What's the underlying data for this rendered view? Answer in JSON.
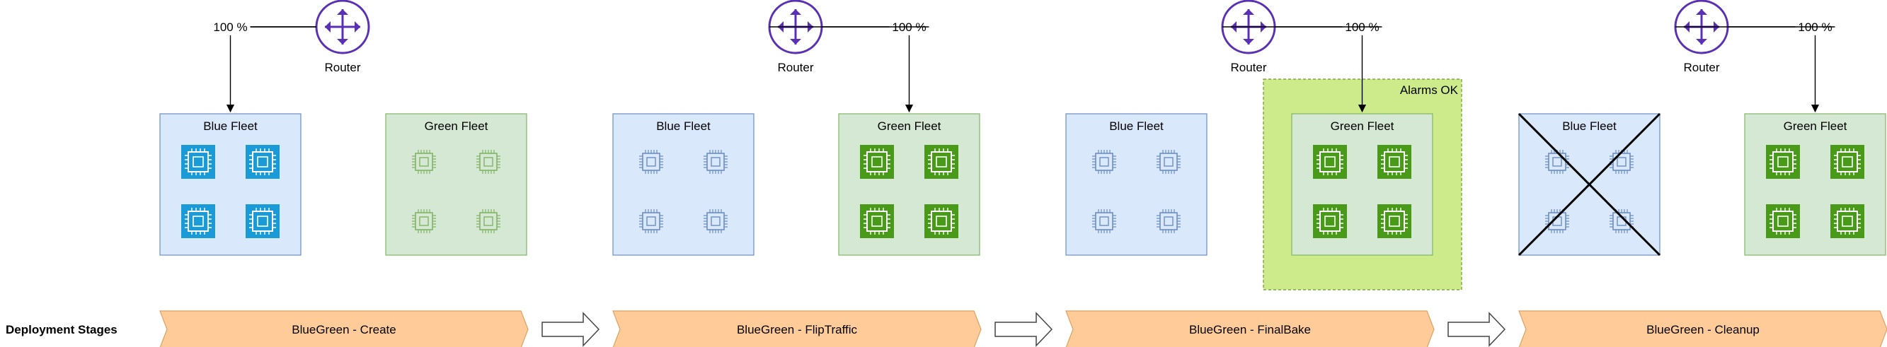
{
  "stages_label": "Deployment Stages",
  "router_label": "Router",
  "traffic_label": "100 %",
  "alarm_label": "Alarms OK",
  "panels": [
    {
      "stage": "BlueGreen - Create",
      "blue_label": "Blue Fleet",
      "green_label": "Green Fleet",
      "router_side": "right",
      "traffic_to": "blue",
      "blue_active": true,
      "green_active": false,
      "alarms": false,
      "blue_removed": false
    },
    {
      "stage": "BlueGreen - FlipTraffic",
      "blue_label": "Blue Fleet",
      "green_label": "Green Fleet",
      "router_side": "left",
      "traffic_to": "green",
      "blue_active": false,
      "green_active": true,
      "alarms": false,
      "blue_removed": false
    },
    {
      "stage": "BlueGreen - FinalBake",
      "blue_label": "Blue Fleet",
      "green_label": "Green Fleet",
      "router_side": "left",
      "traffic_to": "green",
      "blue_active": false,
      "green_active": true,
      "alarms": true,
      "blue_removed": false
    },
    {
      "stage": "BlueGreen - Cleanup",
      "blue_label": "Blue Fleet",
      "green_label": "Green Fleet",
      "router_side": "left",
      "traffic_to": "green",
      "blue_active": false,
      "green_active": true,
      "alarms": false,
      "blue_removed": true
    }
  ],
  "colors": {
    "blue_fleet_fill": "#dae8fc",
    "blue_fleet_stroke": "#6c8ebf",
    "green_fleet_fill": "#d5e8d4",
    "green_fleet_stroke": "#82b366",
    "blue_chip_active": "#1a9bd8",
    "blue_chip_idle": "#6c8ebf",
    "green_chip_active": "#4a9a1a",
    "green_chip_idle": "#82b366",
    "router": "#5a30b5",
    "stage_fill": "#ffcc99",
    "stage_stroke": "#e0a060",
    "alarm_fill": "#cdeb8b",
    "alarm_stroke": "#6a9a23"
  }
}
